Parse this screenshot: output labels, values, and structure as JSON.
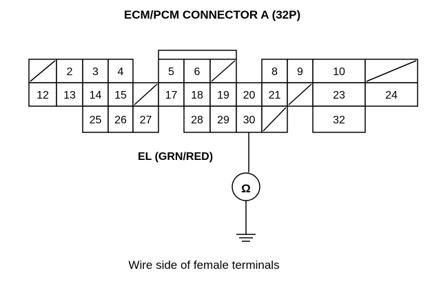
{
  "title": "ECM/PCM CONNECTOR A (32P)",
  "wire_label": "EL (GRN/RED)",
  "caption": "Wire side of female terminals",
  "meter_symbol": "Ω",
  "ground_icon": "ground-symbol",
  "connector": {
    "terminals": [
      {
        "id": "t1",
        "label": "",
        "unused": true
      },
      {
        "id": "t2",
        "label": "2"
      },
      {
        "id": "t3",
        "label": "3"
      },
      {
        "id": "t4",
        "label": "4"
      },
      {
        "id": "t5",
        "label": "5"
      },
      {
        "id": "t6",
        "label": "6"
      },
      {
        "id": "t7",
        "label": "",
        "unused": true
      },
      {
        "id": "t8",
        "label": "8"
      },
      {
        "id": "t9",
        "label": "9"
      },
      {
        "id": "t10",
        "label": "10"
      },
      {
        "id": "t11",
        "label": "",
        "unused": true
      },
      {
        "id": "t12",
        "label": "12"
      },
      {
        "id": "t13",
        "label": "13"
      },
      {
        "id": "t14",
        "label": "14"
      },
      {
        "id": "t15",
        "label": "15"
      },
      {
        "id": "t16",
        "label": "",
        "unused": true
      },
      {
        "id": "t17",
        "label": "17"
      },
      {
        "id": "t18",
        "label": "18"
      },
      {
        "id": "t19",
        "label": "19"
      },
      {
        "id": "t20",
        "label": "20"
      },
      {
        "id": "t21",
        "label": "21"
      },
      {
        "id": "t22",
        "label": "",
        "unused": true
      },
      {
        "id": "t23",
        "label": "23"
      },
      {
        "id": "t24",
        "label": "24"
      },
      {
        "id": "t25",
        "label": "25"
      },
      {
        "id": "t26",
        "label": "26"
      },
      {
        "id": "t27",
        "label": "27"
      },
      {
        "id": "t28",
        "label": "28"
      },
      {
        "id": "t29",
        "label": "29"
      },
      {
        "id": "t30",
        "label": "30"
      },
      {
        "id": "t31",
        "label": "",
        "unused": true
      },
      {
        "id": "t32",
        "label": "32"
      }
    ],
    "probe_terminal": "30"
  }
}
